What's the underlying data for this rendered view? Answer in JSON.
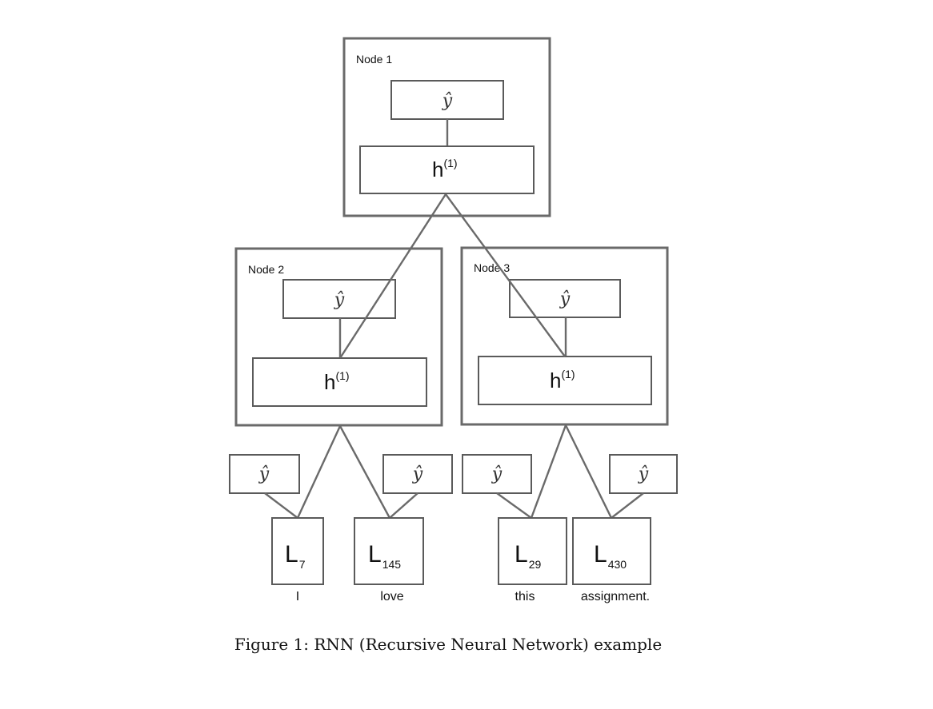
{
  "nodes": [
    {
      "title": "Node 1",
      "yhat": "ŷ",
      "h": "h",
      "h_sup": "(1)"
    },
    {
      "title": "Node 2",
      "yhat": "ŷ",
      "h": "h",
      "h_sup": "(1)"
    },
    {
      "title": "Node 3",
      "yhat": "ŷ",
      "h": "h",
      "h_sup": "(1)"
    }
  ],
  "leaves": [
    {
      "yhat": "ŷ",
      "L": "L",
      "sub": "7",
      "word": "I"
    },
    {
      "yhat": "ŷ",
      "L": "L",
      "sub": "145",
      "word": "love"
    },
    {
      "yhat": "ŷ",
      "L": "L",
      "sub": "29",
      "word": "this"
    },
    {
      "yhat": "ŷ",
      "L": "L",
      "sub": "430",
      "word": "assignment."
    }
  ],
  "caption": "Figure 1: RNN (Recursive Neural Network) example"
}
